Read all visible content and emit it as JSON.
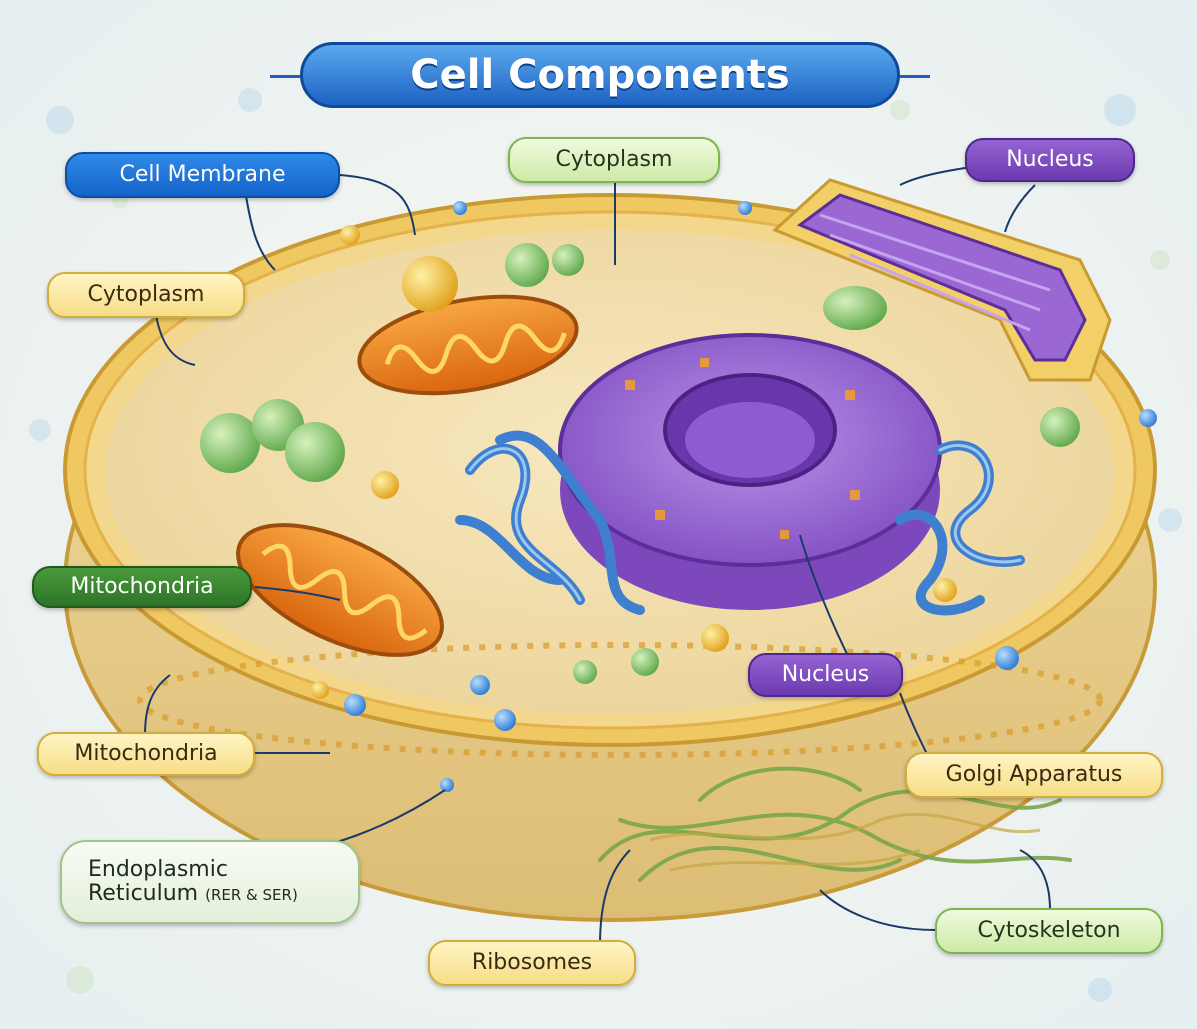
{
  "title": "Cell Components",
  "labels": {
    "cell_membrane": "Cell Membrane",
    "cytoplasm_top": "Cytoplasm",
    "nucleus_top": "Nucleus",
    "cytoplasm_left": "Cytoplasm",
    "mitochondria_green": "Mitochondria",
    "nucleus_center": "Nucleus",
    "mitochondria_yellow": "Mitochondria",
    "golgi": "Golgi Apparatus",
    "er_line1": "Endoplasmic",
    "er_line2": "Reticulum",
    "er_sub": "(RER & SER)",
    "ribosomes": "Ribosomes",
    "cytoskeleton": "Cytoskeleton"
  },
  "colors": {
    "title_blue": "#1d62c2",
    "membrane": "#e7b94d",
    "cytoplasm": "#f2dfae",
    "nucleus": "#9c6ad6",
    "mitochondria": "#f08a1c",
    "er": "#4a8fd8",
    "vesicle_green": "#86c76b"
  }
}
